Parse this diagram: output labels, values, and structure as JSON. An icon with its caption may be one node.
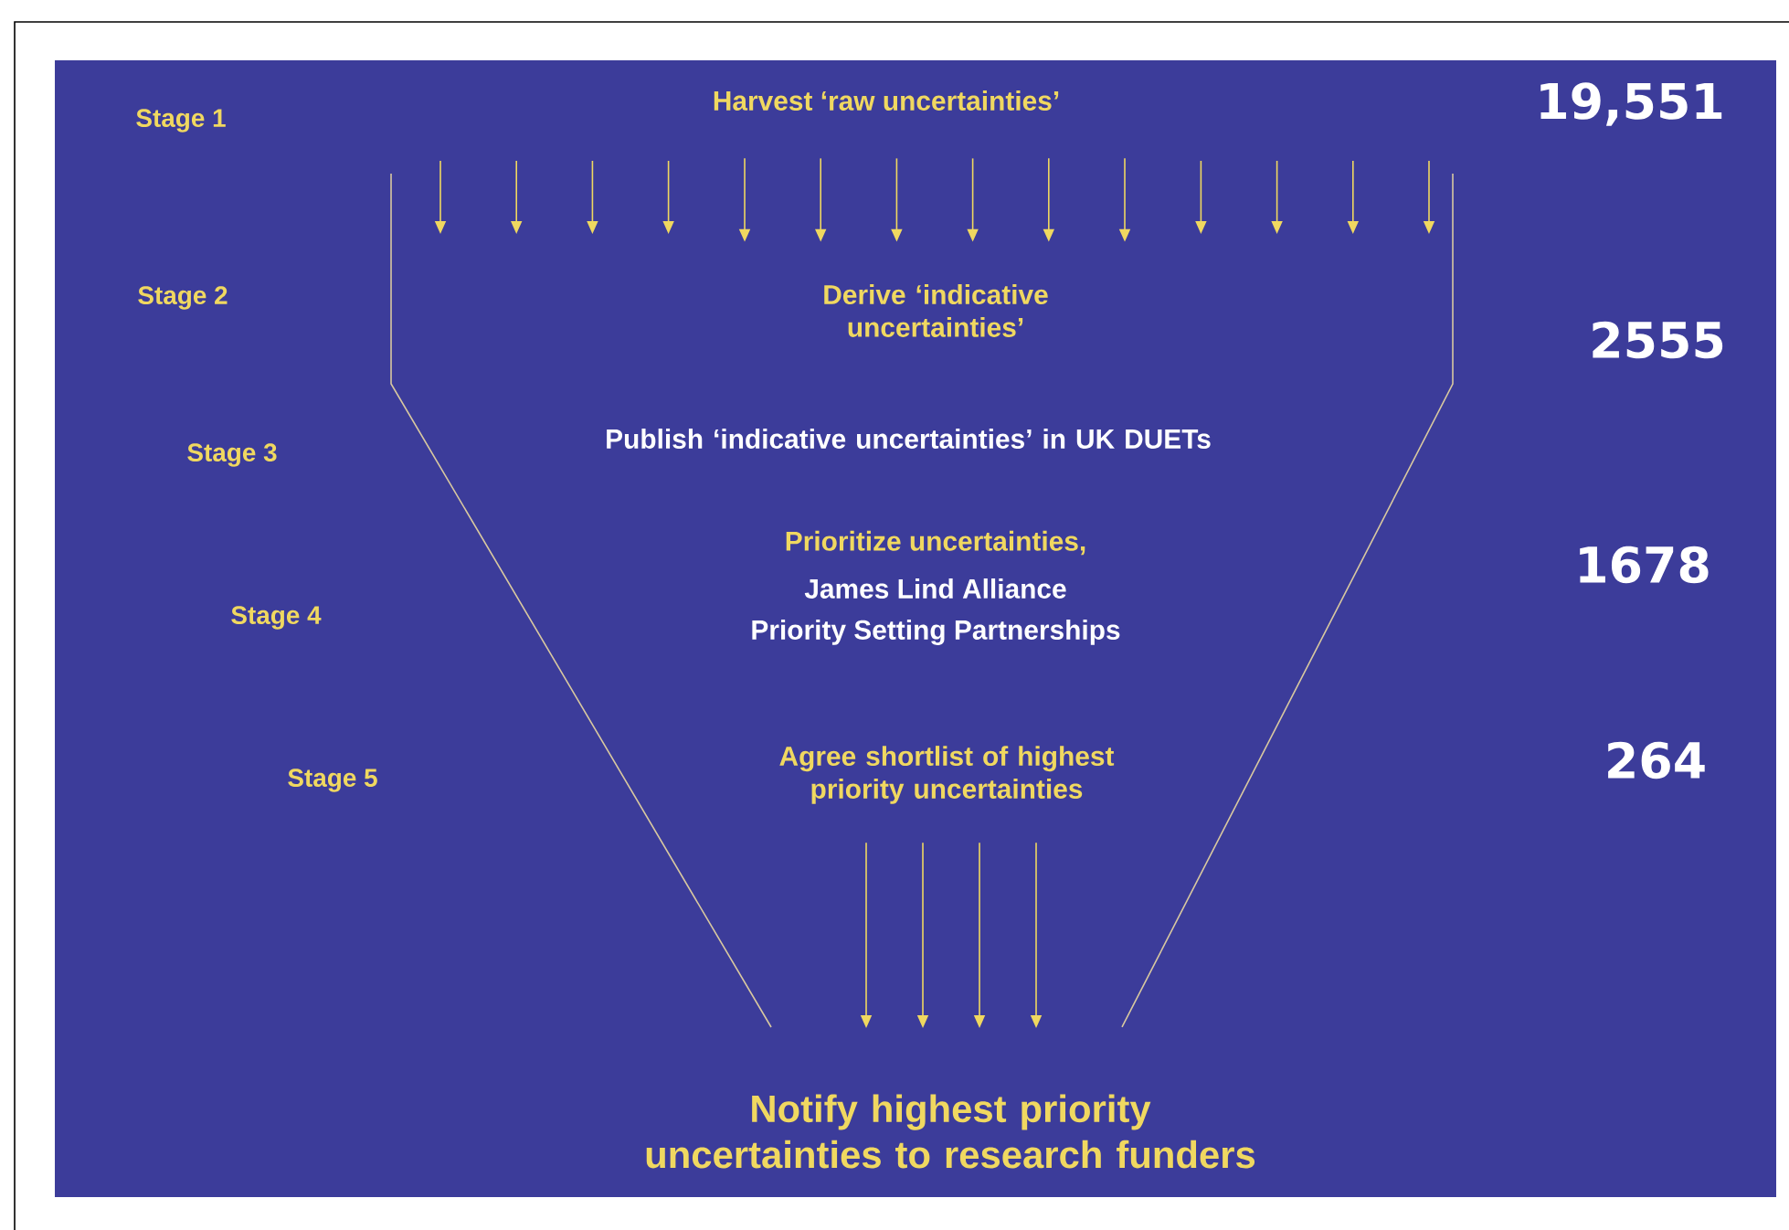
{
  "diagram": {
    "nodes": [
      {
        "text": [
          "Harvest ‘raw uncertainties’"
        ]
      },
      {
        "text": [
          "Derive ‘indicative uncertainties’"
        ]
      },
      {
        "text": [
          "Agree shortlist of highest priority uncertainties"
        ]
      },
      {
        "text": [
          "Notify highest priority uncertainties to research funders"
        ]
      }
    ],
    "edges": [
      {
        "from": 0,
        "to": 1,
        "arrow": "to"
      },
      {
        "from": 0,
        "to": 1,
        "arrow": "to"
      },
      {
        "from": 0,
        "to": 1,
        "arrow": "to"
      },
      {
        "from": 0,
        "to": 1,
        "arrow": "to"
      },
      {
        "from": 0,
        "to": 1,
        "arrow": "to"
      },
      {
        "from": 0,
        "to": 1,
        "arrow": "to"
      },
      {
        "from": 2,
        "to": 3,
        "arrow": "to"
      },
      {
        "from": 2,
        "to": 3,
        "arrow": "to"
      },
      {
        "from": 2,
        "to": 3,
        "arrow": "to"
      },
      {
        "from": 2,
        "to": 3,
        "arrow": "to"
      }
    ],
    "labels": [
      "Stage 1",
      "19,551",
      "Stage 2",
      "2555",
      "Publish ‘indicative uncertainties’ in UK DUETs",
      "Stage 3",
      "Prioritize uncertainties,",
      "James Lind Alliance",
      "Priority Setting Partnerships",
      "Stage 4",
      "1678",
      "Stage 5",
      "264"
    ]
  }
}
